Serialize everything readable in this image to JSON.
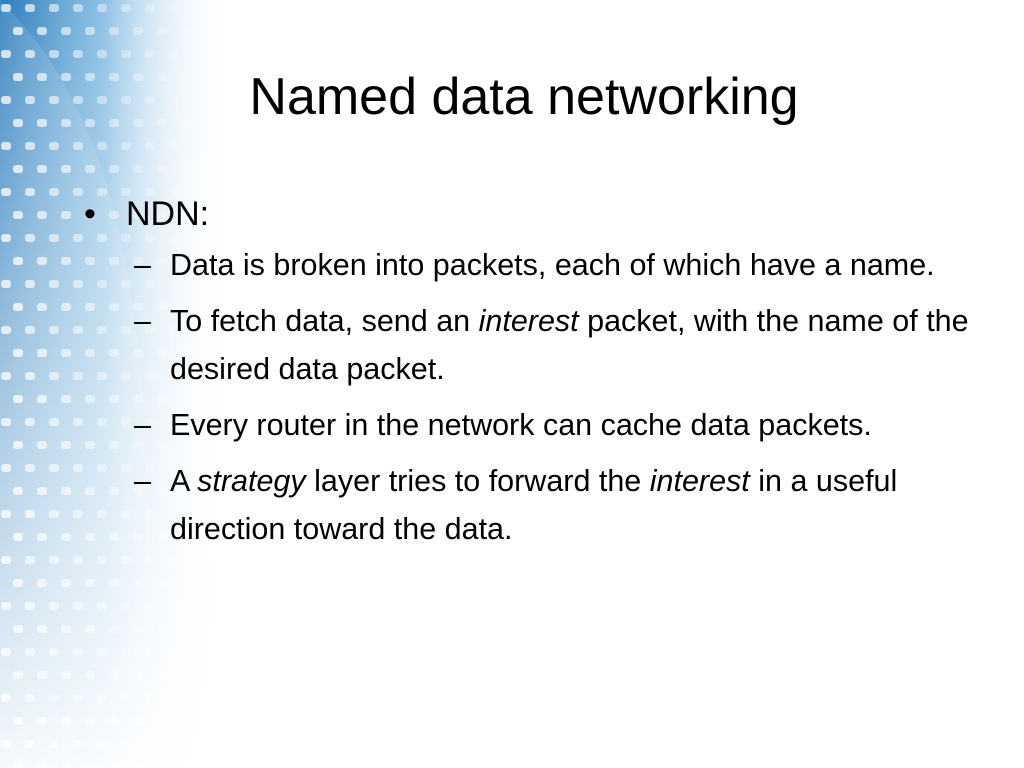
{
  "slide": {
    "title": "Named data networking",
    "bullets": [
      {
        "text": "NDN:",
        "sub": [
          {
            "segments": [
              {
                "t": "Data is broken into packets, each of which have a name.",
                "i": false
              }
            ]
          },
          {
            "segments": [
              {
                "t": "To fetch data, send an ",
                "i": false
              },
              {
                "t": "interest",
                "i": true
              },
              {
                "t": " packet, with the name of the desired data packet.",
                "i": false
              }
            ]
          },
          {
            "segments": [
              {
                "t": "Every router in the network can cache data packets.",
                "i": false
              }
            ]
          },
          {
            "segments": [
              {
                "t": "A ",
                "i": false
              },
              {
                "t": "strategy",
                "i": true
              },
              {
                "t": " layer tries to forward the ",
                "i": false
              },
              {
                "t": "interest",
                "i": true
              },
              {
                "t": " in a useful direction toward the data.",
                "i": false
              }
            ]
          }
        ]
      }
    ],
    "bullet_glyph": "•",
    "sub_glyph": "–"
  },
  "theme": {
    "accent": "#2a7fc1",
    "dot_color": "#ffffff",
    "text_color": "#000000"
  }
}
